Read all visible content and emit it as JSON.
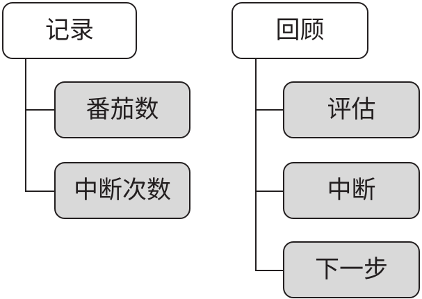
{
  "colors": {
    "stroke": "#231f20",
    "root_fill": "#ffffff",
    "child_fill": "#d9d9d9",
    "text": "#231f20"
  },
  "left_tree": {
    "root": "记录",
    "children": [
      "番茄数",
      "中断次数"
    ]
  },
  "right_tree": {
    "root": "回顾",
    "children": [
      "评估",
      "中断",
      "下一步"
    ]
  }
}
